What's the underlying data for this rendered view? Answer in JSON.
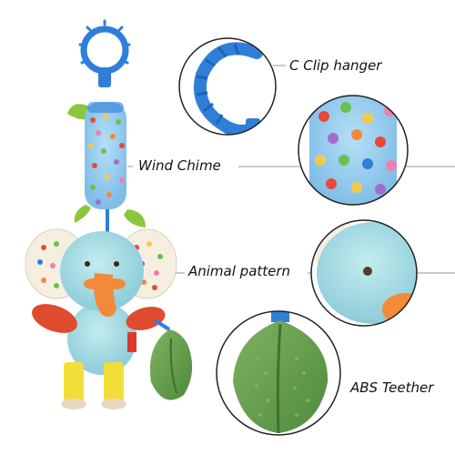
{
  "labels": {
    "clip_hanger": "C Clip hanger",
    "wind_chime": "Wind Chime",
    "animal_pattern": "Animal pattern",
    "abs_teether": "ABS Teether"
  },
  "colors": {
    "clip_blue": "#2f7fd9",
    "fabric_blue": "#8cc8ec",
    "elephant_blue": "#9fd6e0",
    "trunk_orange": "#f28a3a",
    "teether_green": "#6b9f52",
    "leaf_green": "#8cc63f",
    "leg_yellow": "#f2de3a",
    "red_arm": "#e04a2e",
    "ear_cream": "#f6efe0",
    "line_gray": "#9a9a9a"
  },
  "icons": {
    "clip": "c-clip-hanger-icon",
    "chime": "wind-chime-icon",
    "elephant": "elephant-toy-icon",
    "teether": "leaf-teether-icon"
  }
}
